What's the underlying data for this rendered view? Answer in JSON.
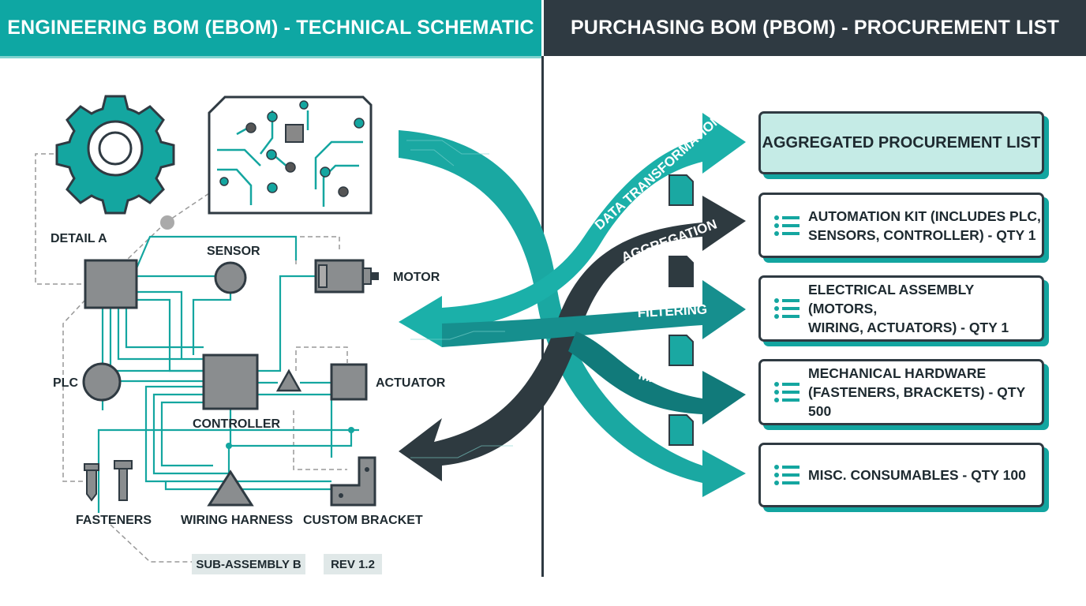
{
  "headers": {
    "left": "ENGINEERING BOM (EBOM) - TECHNICAL SCHEMATIC",
    "right": "PURCHASING BOM (PBOM) - PROCUREMENT LIST"
  },
  "schematic": {
    "labels": {
      "detail_a": "DETAIL A",
      "sensor": "SENSOR",
      "motor": "MOTOR",
      "plc": "PLC",
      "controller": "CONTROLLER",
      "actuator": "ACTUATOR",
      "fasteners": "FASTENERS",
      "wiring_harness": "WIRING HARNESS",
      "custom_bracket": "CUSTOM BRACKET"
    },
    "tags": [
      "SUB-ASSEMBLY B",
      "REV 1.2"
    ]
  },
  "flows": [
    "DATA TRANSFORMATION",
    "AGGREGATION",
    "FILTERING",
    "MAPPING"
  ],
  "procurement": {
    "title": "AGGREGATED PROCUREMENT LIST",
    "items": [
      {
        "line1": "AUTOMATION KIT (INCLUDES PLC,",
        "line2": "SENSORS, CONTROLLER) - QTY 1"
      },
      {
        "line1": "ELECTRICAL ASSEMBLY (MOTORS,",
        "line2": "WIRING, ACTUATORS) - QTY 1"
      },
      {
        "line1": "MECHANICAL HARDWARE",
        "line2": "(FASTENERS, BRACKETS) - QTY 500"
      },
      {
        "line1": "MISC. CONSUMABLES - QTY 100",
        "line2": ""
      }
    ]
  },
  "colors": {
    "teal": "#0ea7a3",
    "dark": "#2f3a42",
    "light_teal": "#c5ebe6"
  }
}
